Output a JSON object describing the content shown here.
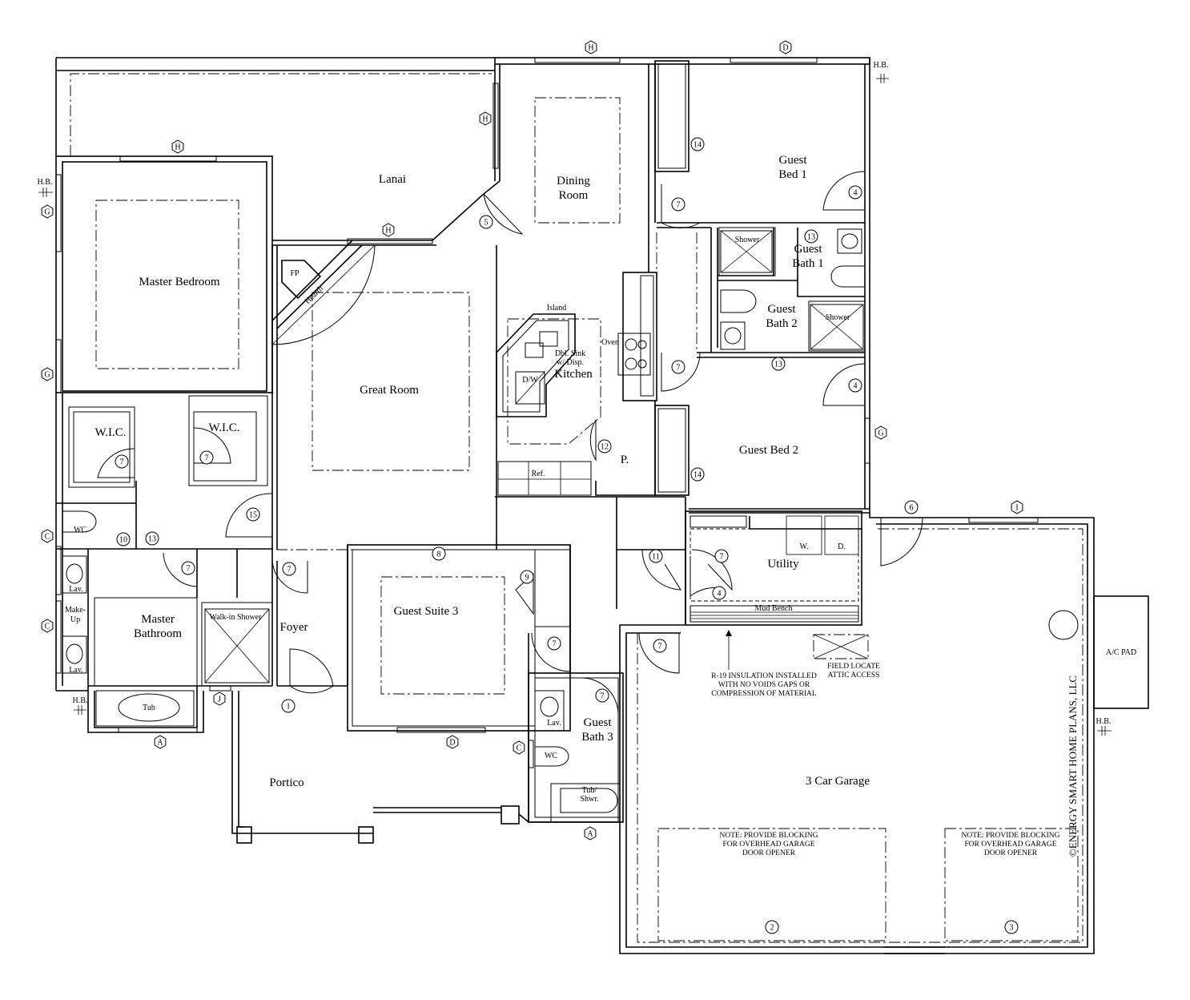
{
  "rooms": {
    "lanai": "Lanai",
    "dining": [
      "Dining",
      "Room"
    ],
    "guest_bed_1": [
      "Guest",
      "Bed 1"
    ],
    "guest_bath_1": [
      "Guest",
      "Bath 1"
    ],
    "guest_bath_2": [
      "Guest",
      "Bath 2"
    ],
    "master_bedroom": "Master Bedroom",
    "great_room": "Great Room",
    "kitchen": "Kitchen",
    "wic": "W.I.C.",
    "guest_bed_2": "Guest Bed 2",
    "utility": "Utility",
    "pantry": "P.",
    "master_bathroom": [
      "Master",
      "Bathroom"
    ],
    "foyer": "Foyer",
    "guest_suite_3": "Guest Suite 3",
    "guest_bath_3": [
      "Guest",
      "Bath 3"
    ],
    "portico": "Portico",
    "garage": "3 Car Garage"
  },
  "fixtures": {
    "island": "Island",
    "oven": "Oven",
    "sink": [
      "Dbl. Sink",
      "w/ Disp."
    ],
    "dw": "D/W",
    "ref": "Ref.",
    "fp": "FP",
    "hearth": "Hearth",
    "shower": "Shower",
    "wc": "WC",
    "lav": "Lav.",
    "makeup": [
      "Make-",
      "Up"
    ],
    "walkin_shower": "Walk-in Shower",
    "tub": "Tub",
    "tub_shwr": [
      "Tub/",
      "Shwr."
    ],
    "washer": "W.",
    "dryer": "D.",
    "mud_bench": "Mud Bench",
    "hb": "H.B.",
    "ac_pad": "A/C PAD"
  },
  "notes": {
    "insulation": [
      "R-19 INSULATION INSTALLED",
      "WITH NO VOIDS GAPS OR",
      "COMPRESSION OF MATERIAL"
    ],
    "attic": [
      "FIELD LOCATE",
      "ATTIC ACCESS"
    ],
    "blocking": [
      "NOTE: PROVIDE BLOCKING",
      "FOR OVERHEAD GARAGE",
      "DOOR OPENER"
    ],
    "company": "©ENERGY SMART HOME PLANS, LLC"
  },
  "window_tags": [
    "H",
    "D",
    "H",
    "H",
    "H",
    "G",
    "G",
    "C",
    "C",
    "A",
    "J",
    "D",
    "C",
    "A",
    "G",
    "I"
  ],
  "door_tags": [
    "14",
    "4",
    "7",
    "13",
    "5",
    "7",
    "13",
    "4",
    "7",
    "7",
    "12",
    "14",
    "15",
    "10",
    "13",
    "7",
    "7",
    "8",
    "9",
    "7",
    "11",
    "7",
    "4",
    "6",
    "7",
    "7",
    "1",
    "2",
    "3"
  ]
}
